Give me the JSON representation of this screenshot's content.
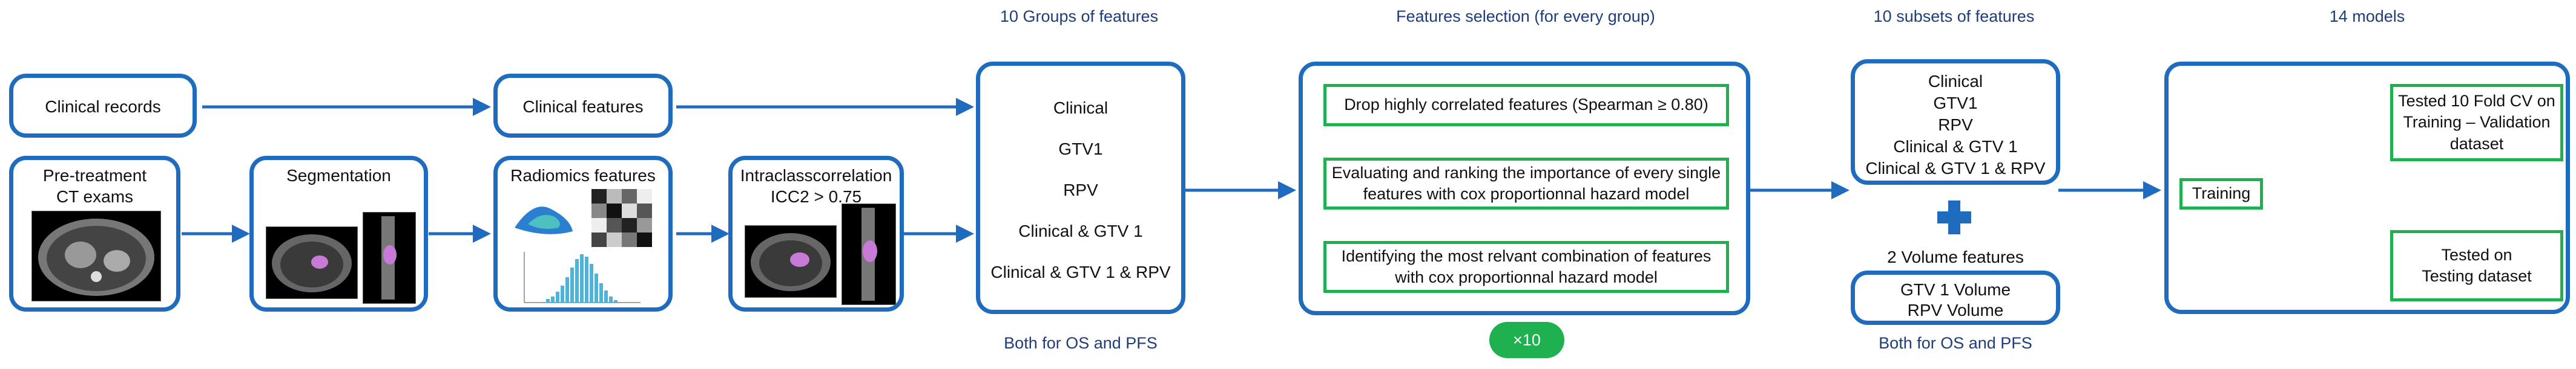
{
  "headers": {
    "groups": "10 Groups of features",
    "selection": "Features selection (for every group)",
    "subsets": "10 subsets of features",
    "models": "14 models"
  },
  "nodes": {
    "clinical_records": "Clinical records",
    "clinical_features": "Clinical features",
    "pretreatment_line1": "Pre-treatment",
    "pretreatment_line2": "CT exams",
    "segmentation": "Segmentation",
    "radiomics": "Radiomics features",
    "icc_line1": "Intraclasscorrelation",
    "icc_line2": "ICC2 > 0.75"
  },
  "groups": [
    "Clinical",
    "GTV1",
    "RPV",
    "Clinical & GTV 1",
    "Clinical & GTV 1 & RPV"
  ],
  "groups_footer": "Both for OS and PFS",
  "selection_steps": [
    {
      "line1": "Drop highly correlated features (Spearman ≥ 0.80)",
      "line2": ""
    },
    {
      "line1": "Evaluating and ranking the importance of every single",
      "line2": "features with cox proportionnal hazard model"
    },
    {
      "line1": "Identifying the most relvant combination of features",
      "line2": "with cox proportionnal hazard model"
    }
  ],
  "selection_badge": "×10",
  "subsets": [
    "Clinical",
    "GTV1",
    "RPV",
    "Clinical & GTV 1",
    "Clinical & GTV 1 & RPV"
  ],
  "volume_title": "2 Volume features",
  "volume_items": [
    "GTV 1 Volume",
    "RPV Volume"
  ],
  "subsets_footer": "Both for OS and PFS",
  "models": {
    "training": "Training",
    "tested_cv": [
      "Tested 10 Fold CV on",
      "Training – Validation",
      "dataset"
    ],
    "tested_test": [
      "Tested on",
      "Testing dataset"
    ]
  },
  "colors": {
    "box_border": "#1f6cbf",
    "arrow": "#1f6cbf",
    "green": "#1fb04f",
    "header_text": "#1e3d7c"
  }
}
